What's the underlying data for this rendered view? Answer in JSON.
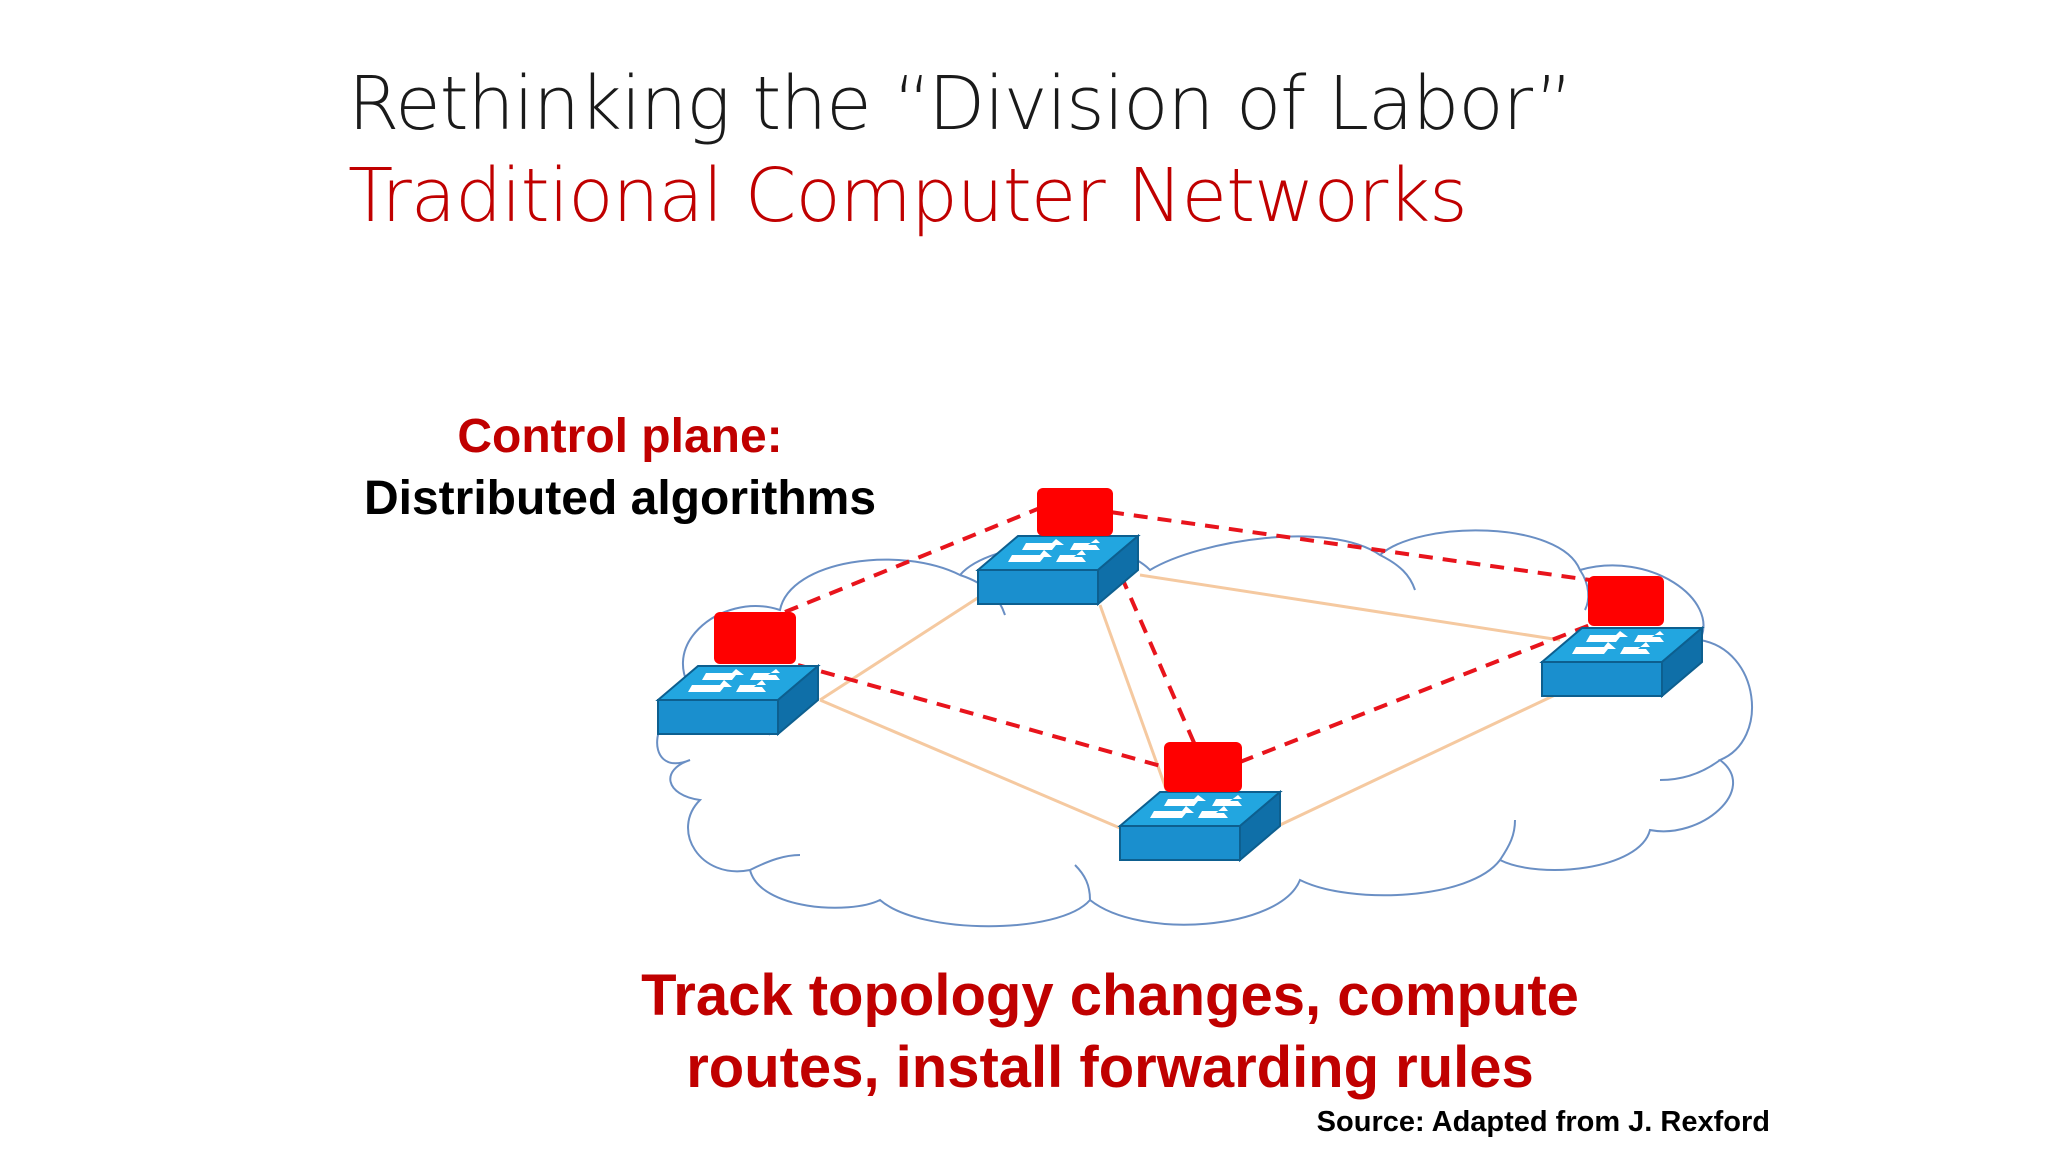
{
  "slide": {
    "title": "Rethinking the “Division of Labor”",
    "subtitle": "Traditional Computer Networks",
    "control_plane_label": "Control plane:",
    "control_plane_desc": "Distributed algorithms",
    "caption_line1": "Track topology changes, compute",
    "caption_line2": "routes, install forwarding rules",
    "source": "Source: Adapted from J. Rexford"
  },
  "colors": {
    "title": "#1a1a1a",
    "accent_red": "#c00000",
    "controller_red": "#ff0000",
    "switch_blue": "#1a9bd7",
    "data_link": "#f5c9a0",
    "control_link": "#e8141c",
    "cloud_outline": "#6a8fc4"
  },
  "diagram": {
    "switches": [
      "switch-left",
      "switch-top",
      "switch-right",
      "switch-bottom"
    ],
    "controllers": [
      "controller-left",
      "controller-top",
      "controller-right",
      "controller-bottom"
    ],
    "icons": [
      "cloud-icon",
      "switch-icon",
      "controller-icon"
    ]
  }
}
